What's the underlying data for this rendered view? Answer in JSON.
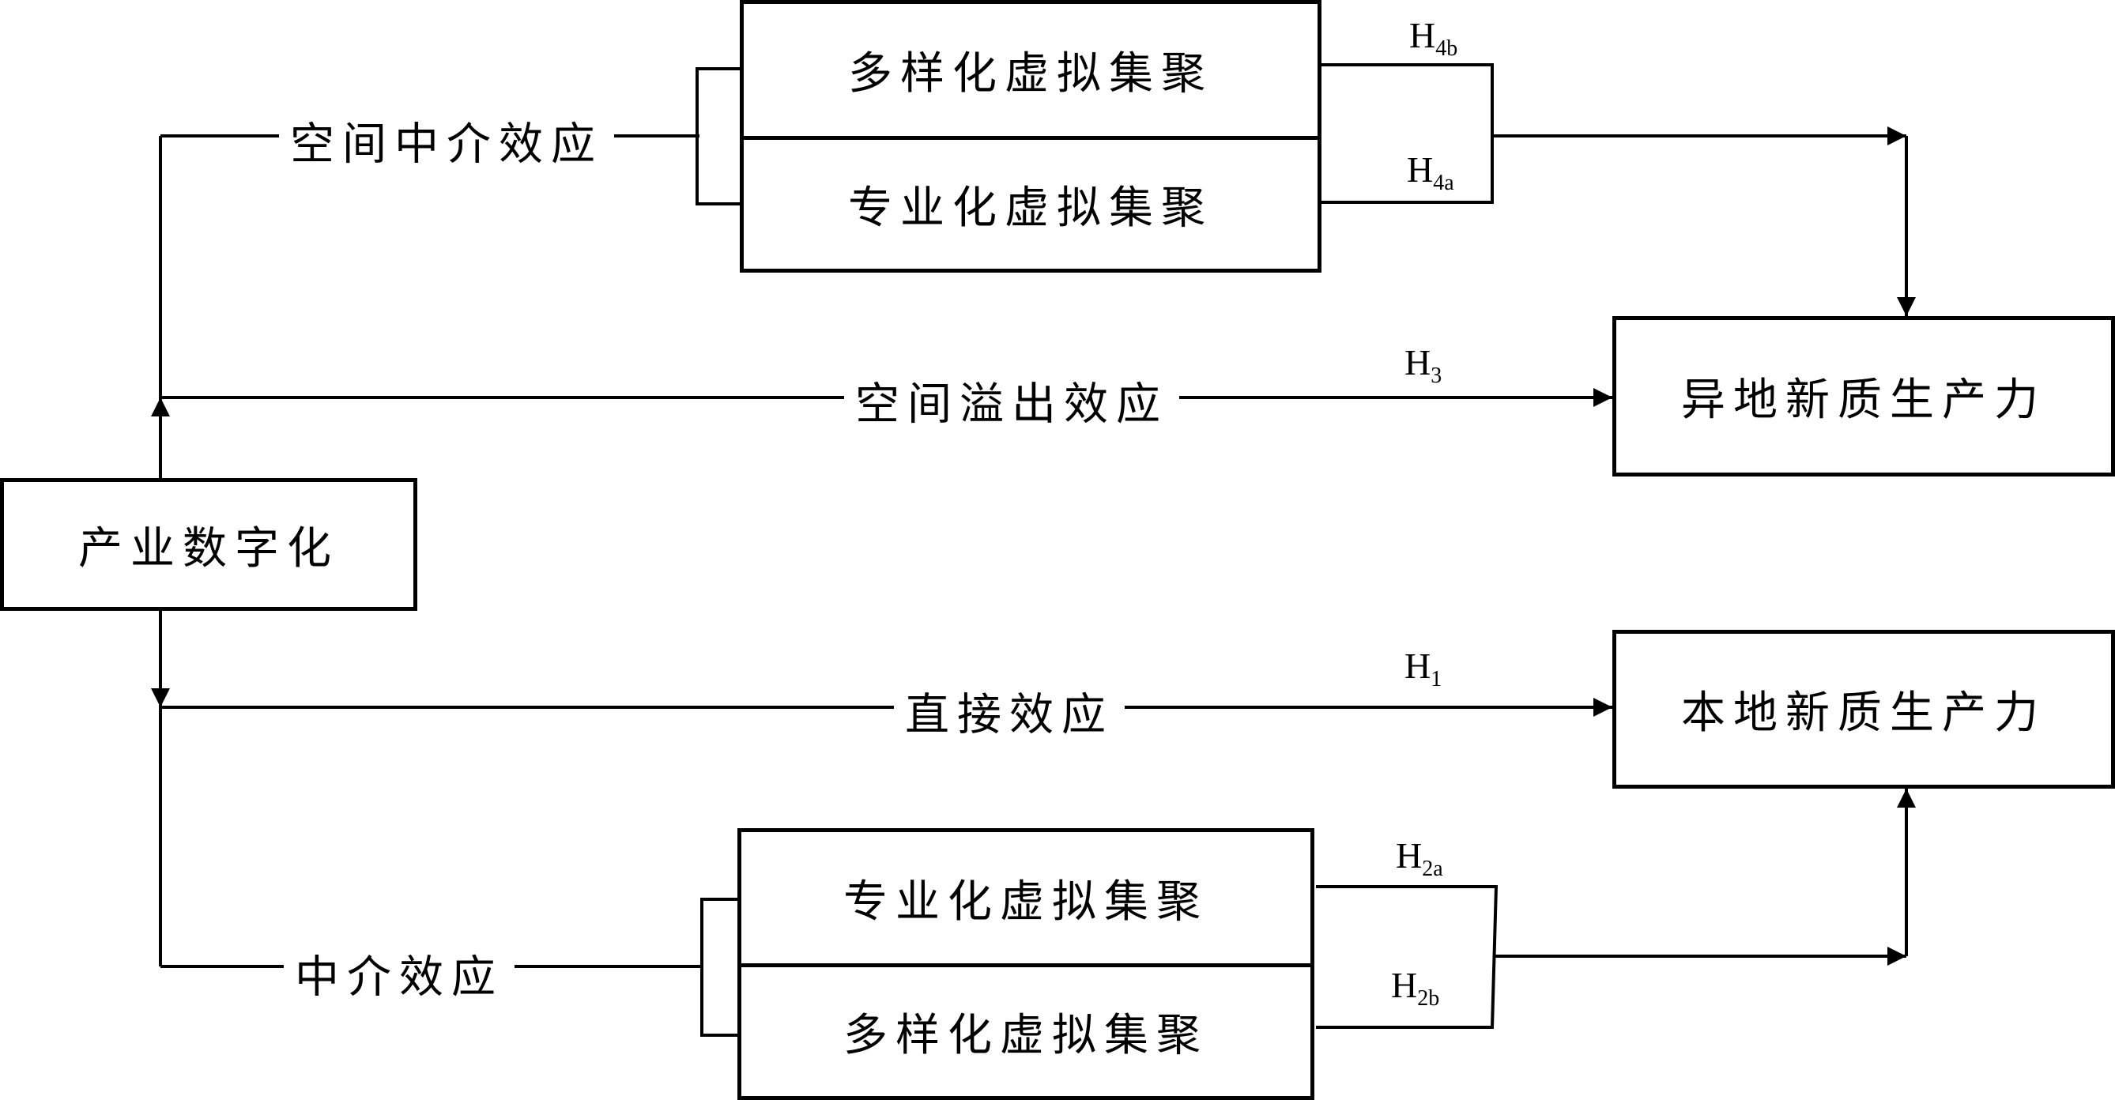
{
  "nodes": {
    "source": "产业数字化",
    "remote": "异地新质生产力",
    "local": "本地新质生产力",
    "top_diverse": "多样化虚拟集聚",
    "top_special": "专业化虚拟集聚",
    "bottom_special": "专业化虚拟集聚",
    "bottom_diverse": "多样化虚拟集聚"
  },
  "effects": {
    "spatial_mediation": "空间中介效应",
    "spatial_spillover": "空间溢出效应",
    "direct": "直接效应",
    "mediation": "中介效应"
  },
  "hypotheses": {
    "h4b": {
      "base": "H",
      "sub": "4b"
    },
    "h4a": {
      "base": "H",
      "sub": "4a"
    },
    "h3": {
      "base": "H",
      "sub": "3"
    },
    "h1": {
      "base": "H",
      "sub": "1"
    },
    "h2a": {
      "base": "H",
      "sub": "2a"
    },
    "h2b": {
      "base": "H",
      "sub": "2b"
    }
  }
}
